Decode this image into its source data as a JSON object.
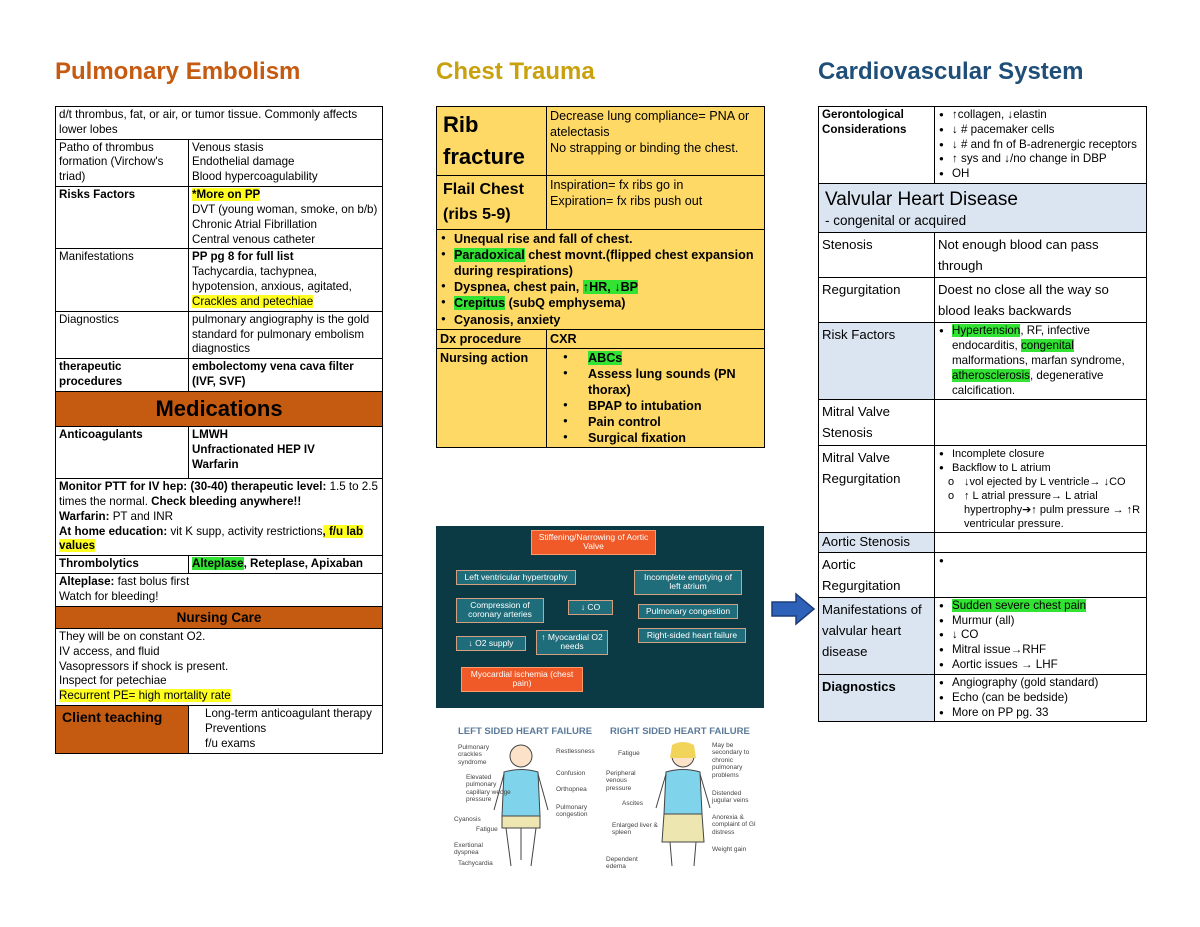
{
  "headings": {
    "pe": "Pulmonary Embolism",
    "ct": "Chest Trauma",
    "cv": "Cardiovascular System"
  },
  "colors": {
    "pe": "#c55a11",
    "ct": "#c9a10d",
    "cv": "#1f4e79",
    "cellOrange": "#c55a11",
    "cellYellow": "#ffd966",
    "cellBlue": "#dbe5f1",
    "hlGreen": "#33e333",
    "hlYellow": "#ffff20",
    "arrow": "#2e62b8"
  },
  "pe": {
    "intro": "d/t thrombus, fat, or air, or tumor tissue. Commonly affects lower lobes",
    "patho_label": "Patho of thrombus formation (Virchow's triad)",
    "patho_1": "Venous stasis",
    "patho_2": "Endothelial damage",
    "patho_3": "Blood hypercoagulability",
    "risk_label": "Risks Factors",
    "risk_1": "*More on PP",
    "risk_2": "DVT (young woman, smoke, on b/b)",
    "risk_3": "Chronic Atrial Fibrillation",
    "risk_4": "Central venous catheter",
    "man_label": "Manifestations",
    "man_1": "PP pg 8 for full list",
    "man_2": "Tachycardia, tachypnea, hypotension, anxious, agitated,",
    "man_3": "Crackles and petechiae",
    "dx_label": "Diagnostics",
    "dx_val": "pulmonary angiography is the gold standard for pulmonary embolism diagnostics",
    "ther_label": "therapeutic procedures",
    "ther_val": "embolectomy vena cava filter (IVF, SVF)",
    "med_header": "Medications",
    "ac_label": "Anticoagulants",
    "ac_1": "LMWH",
    "ac_2": "Unfractionated HEP IV",
    "ac_3": "Warfarin",
    "mon_a": "Monitor PTT for IV hep: (30-40) therapeutic level:",
    "mon_b": " 1.5 to 2.5 times the normal. ",
    "mon_c": "Check bleeding anywhere!!",
    "warf_a": "Warfarin:",
    "warf_b": " PT and INR",
    "home_a": "At home education:",
    "home_b": " vit K supp, activity restrictions",
    "home_c": ", f/u lab values",
    "throm_label": "Thrombolytics",
    "throm_a": "Alteplase",
    "throm_b": ", Reteplase, Apixaban",
    "alt_a": "Alteplase:",
    "alt_b": " fast bolus first",
    "alt_c": "Watch for bleeding!",
    "nc_header": "Nursing Care",
    "nc_1": "They will be on constant O2.",
    "nc_2": "IV access, and fluid",
    "nc_3": "Vasopressors if shock is present.",
    "nc_4": "Inspect for petechiae",
    "nc_5": "Recurrent PE= high mortality rate",
    "ct_label": "Client teaching",
    "ct_1": "Long-term anticoagulant therapy",
    "ct_2": "Preventions",
    "ct_3": "f/u exams"
  },
  "ct": {
    "rib_label": "Rib fracture",
    "rib_1": "Decrease lung compliance= PNA or atelectasis",
    "rib_2": "No strapping or binding the chest.",
    "flail_label": "Flail Chest (ribs 5-9)",
    "flail_1": "Inspiration= fx ribs go in",
    "flail_2": "Expiration= fx ribs push out",
    "b1": "Unequal rise and fall of chest.",
    "b2a": "Paradoxical",
    "b2b": " chest movnt.(flipped chest expansion during respirations)",
    "b3a": "Dyspnea, chest pain, ",
    "b3b": "↑HR, ↓BP",
    "b4a": "Crepitus",
    "b4b": " (subQ emphysema)",
    "b5": "Cyanosis, anxiety",
    "dx_label": "Dx procedure",
    "dx_val": "CXR",
    "na_label": "Nursing action",
    "na_1": "ABCs",
    "na_2": "Assess lung sounds (PN thorax)",
    "na_3": "BPAP to intubation",
    "na_4": "Pain control",
    "na_5": "Surgical fixation"
  },
  "cv": {
    "ger_label": "Gerontological Considerations",
    "ger_1": "↑collagen, ↓elastin",
    "ger_2": "↓ # pacemaker cells",
    "ger_3": "↓ # and fn of B-adrenergic receptors",
    "ger_4": "↑ sys and ↓/no change in DBP",
    "ger_5": "OH",
    "vhd_title": "Valvular Heart Disease",
    "vhd_sub": "- congenital or acquired",
    "sten_label": "Stenosis",
    "sten_val": "Not enough blood can pass through",
    "reg_label": "Regurgitation",
    "reg_val": "Doest no close all the way so blood leaks backwards",
    "rf_label": "Risk Factors",
    "rf_a": "Hypertension",
    "rf_b": ", RF, infective endocarditis, ",
    "rf_c": "congenital",
    "rf_d": " malformations, marfan syndrome, ",
    "rf_e": "atherosclerosis",
    "rf_f": ", degenerative calcification.",
    "ms_label": "Mitral Valve Stenosis",
    "mr_label": "Mitral Valve Regurgitation",
    "mr_1": "Incomplete closure",
    "mr_2": "Backflow to L atrium",
    "mr_3": "↓vol ejected by L ventricle→ ↓CO",
    "mr_4": "↑ L atrial pressure→ L atrial hypertrophy➔↑ pulm pressure → ↑R ventricular pressure.",
    "as_label": "Aortic Stenosis",
    "ar_label": "Aortic Regurgitation",
    "mvd_label": "Manifestations of valvular heart disease",
    "mvd_1": "Sudden severe chest pain",
    "mvd_2": "Murmur (all)",
    "mvd_3": "↓ CO",
    "mvd_4": "Mitral issue→RHF",
    "mvd_5": "Aortic issues → LHF",
    "diag_label": "Diagnostics",
    "diag_1": "Angiography (gold standard)",
    "diag_2": "Echo (can be bedside)",
    "diag_3": "More on PP pg. 33"
  },
  "flow": {
    "top": "Stiffening/Narrowing of Aortic Valve",
    "lvh": "Left ventricular hypertrophy",
    "ie": "Incomplete emptying of left atrium",
    "comp": "Compression of coronary arteries",
    "co": "↓ CO",
    "pc": "Pulmonary congestion",
    "o2s": "↓ O2 supply",
    "o2n": "↑ Myocardial O2 needs",
    "rshf": "Right-sided heart failure",
    "mi": "Myocardial ischemia (chest pain)"
  },
  "hf": {
    "left_title": "LEFT SIDED HEART FAILURE",
    "right_title": "RIGHT SIDED HEART FAILURE",
    "l1": "Pulmonary crackles syndrome",
    "l2": "Restlessness",
    "l3": "Elevated pulmonary capillary wedge pressure",
    "l4": "Confusion",
    "l5": "Orthopnea",
    "l6": "Cyanosis",
    "l7": "Fatigue",
    "l8": "Pulmonary congestion",
    "l9": "Exertional dyspnea",
    "l10": "Tachycardia",
    "r1": "Fatigue",
    "r2": "May be secondary to chronic pulmonary problems",
    "r3": "Peripheral venous pressure",
    "r4": "Distended jugular veins",
    "r5": "Ascites",
    "r6": "Enlarged liver & spleen",
    "r7": "Anorexia & complaint of GI distress",
    "r8": "Dependent edema",
    "r9": "Weight gain"
  }
}
